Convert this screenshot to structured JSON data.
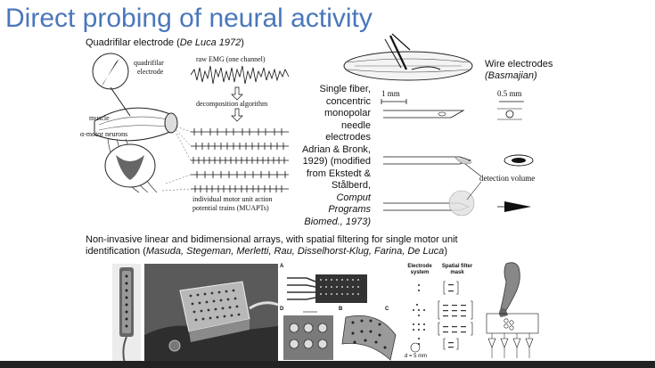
{
  "slide": {
    "title": "Direct probing of neural activity"
  },
  "quadrifilar": {
    "caption_prefix": "Quadrifilar electrode (",
    "caption_cite": "De Luca 1972",
    "caption_suffix": ")",
    "label_quadrifilar": "quadrifilar",
    "label_electrode": "electrode",
    "label_raw_emg": "raw EMG (one channel)",
    "label_decomposition": "decomposition algorithm",
    "label_muscle": "muscle",
    "label_motor_neurons": "α-motor neurons",
    "label_muapt_line1": "individual motor unit action",
    "label_muapt_line2": "potential trains (MUAPTs)"
  },
  "wire": {
    "caption_line1": "Wire electrodes",
    "caption_line2": "(Basmajian)"
  },
  "needle": {
    "caption_lines": [
      "Single fiber,",
      "concentric",
      "monopolar",
      "needle",
      "electrodes",
      "Adrian & Bronk,",
      "1929) (modified",
      "from Ekstedt &",
      "Stålberd,",
      "Comput",
      "Programs",
      "Biomed., 1973)"
    ],
    "label_1mm": "1 mm",
    "label_05mm": "0.5 mm",
    "label_detection_volume": "detection volume"
  },
  "arrays": {
    "caption_line1": "Non-invasive linear and bidimensional arrays, with spatial filtering for single motor unit",
    "caption_line2_prefix": "identification (",
    "caption_line2_cite": "Masuda, Stegeman, Merletti, Rau, Disselhorst-Klug, Farina, De Luca",
    "caption_line2_suffix": ")",
    "panel_a": "A",
    "panel_b": "B",
    "panel_c": "C",
    "panel_d": "D",
    "col_electrode_system": "Electrode system",
    "col_spatial_filter": "Spatial filter mask",
    "label_d5mm": "d = 5 mm"
  }
}
